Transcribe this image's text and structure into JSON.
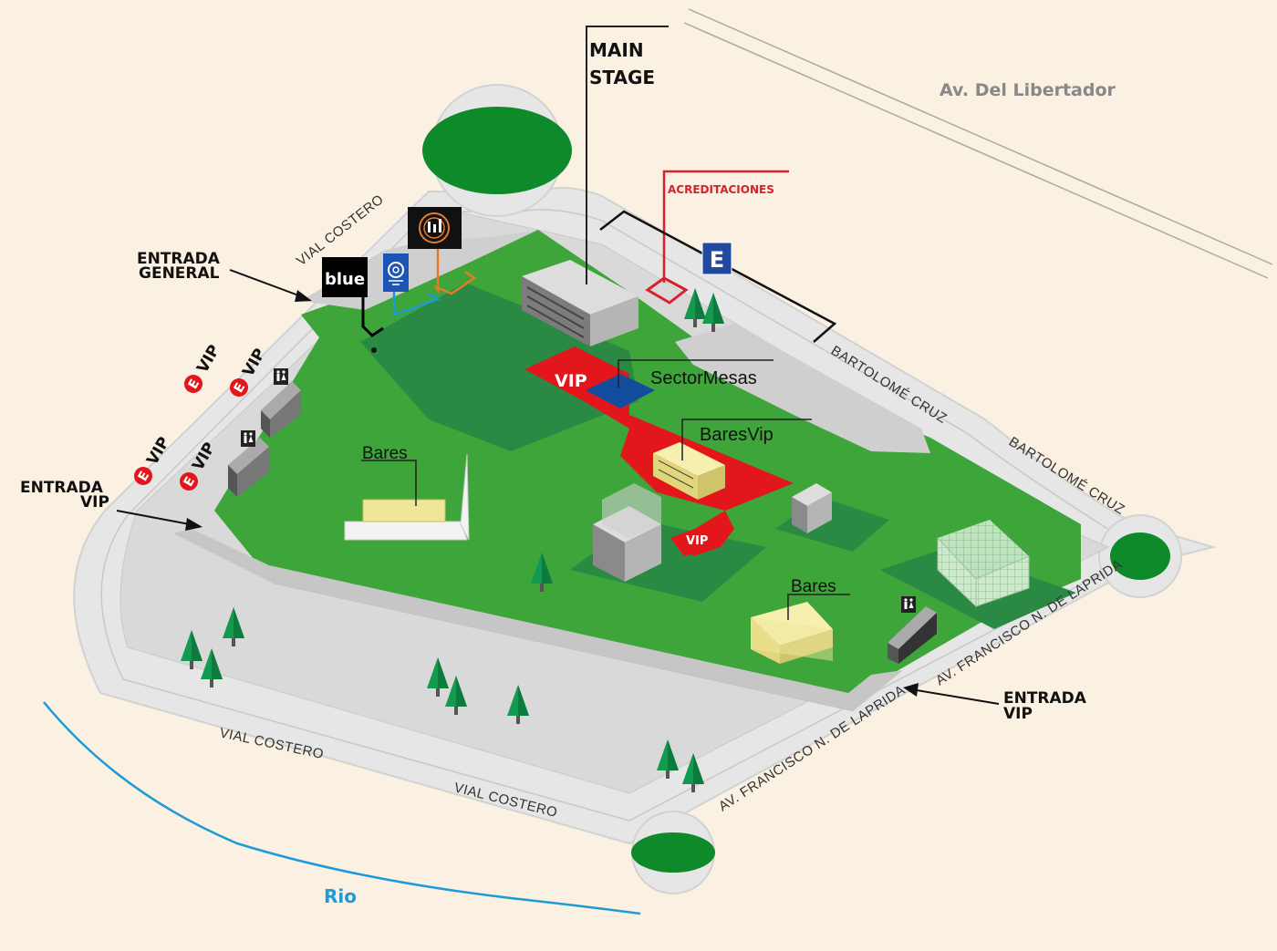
{
  "streets": {
    "av_libertador": "Av. Del Libertador",
    "vial_costero": "VIAL COSTERO",
    "bartolome_cruz": "BARTOLOMÉ CRUZ",
    "laprida": "AV. FRANCISCO N. DE LAPRIDA",
    "rio": "Rio"
  },
  "labels": {
    "main_stage_line1": "MAIN",
    "main_stage_line2": "STAGE",
    "acreditaciones": "ACREDITACIONES",
    "entrada_general_line1": "ENTRADA",
    "entrada_general_line2": "GENERAL",
    "entrada_vip_line1": "ENTRADA",
    "entrada_vip_line2": "VIP",
    "vip": "VIP",
    "sector_mesas": "SectorMesas",
    "bares_vip": "BaresVip",
    "bares": "Bares",
    "parking_letter": "E"
  },
  "sponsors": {
    "blue": "blue"
  },
  "colors": {
    "background": "#faf1e2",
    "road": "#e6e6e6",
    "grass": "#3ea53a",
    "grass_dark": "#2a8a43",
    "vip": "#e3161b",
    "sector_mesas": "#124c9c",
    "bars": "#f0e69a",
    "acreditaciones": "#d9202b",
    "parking": "#1f4aa0",
    "river": "#1d9ad8"
  }
}
